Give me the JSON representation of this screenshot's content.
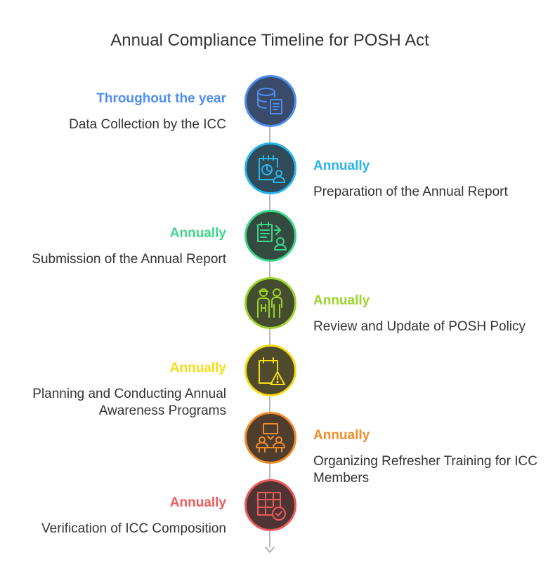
{
  "title": "Annual Compliance Timeline for POSH Act",
  "steps": [
    {
      "label": "Throughout the year",
      "description": "Data Collection by the ICC",
      "side": "left",
      "icon": "database-document-icon",
      "color": "#4f8ef0",
      "fill": "#3a4a6a"
    },
    {
      "label": "Annually",
      "description": "Preparation of the Annual Report",
      "side": "right",
      "icon": "report-chart-icon",
      "color": "#28b6ea",
      "fill": "#2f4a58"
    },
    {
      "label": "Annually",
      "description": "Submission of the Annual Report",
      "side": "left",
      "icon": "submit-report-icon",
      "color": "#3fd68a",
      "fill": "#334a40"
    },
    {
      "label": "Annually",
      "description": "Review and Update of POSH Policy",
      "side": "right",
      "icon": "people-review-icon",
      "color": "#9bd32a",
      "fill": "#454d30"
    },
    {
      "label": "Annually",
      "description": "Planning and Conducting Annual Awareness Programs",
      "side": "left",
      "icon": "calendar-warning-icon",
      "color": "#f5dd14",
      "fill": "#4f4a2c"
    },
    {
      "label": "Annually",
      "description": "Organizing Refresher Training for ICC Members",
      "side": "right",
      "icon": "training-meeting-icon",
      "color": "#f08c2c",
      "fill": "#4f3e2e"
    },
    {
      "label": "Annually",
      "description": "Verification of ICC Composition",
      "side": "left",
      "icon": "grid-check-icon",
      "color": "#ef5a5a",
      "fill": "#4f3434"
    }
  ]
}
